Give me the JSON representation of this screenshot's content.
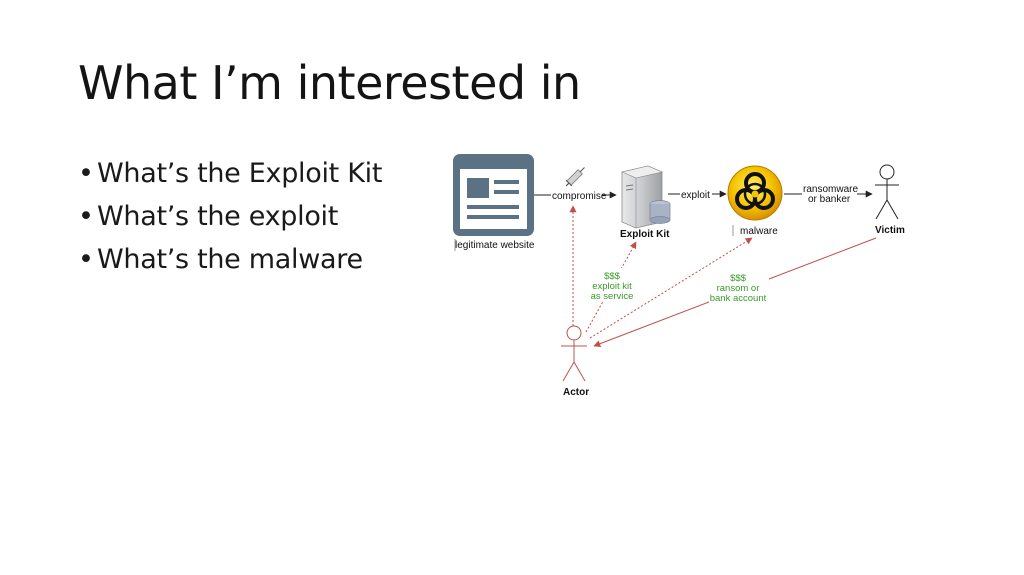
{
  "slide": {
    "title": "What I’m interested in",
    "bullets": [
      "What’s the Exploit Kit",
      "What’s the exploit",
      "What’s the malware"
    ]
  },
  "diagram": {
    "nodes": {
      "website": "legitimate website",
      "exploit_kit": "Exploit Kit",
      "malware": "malware",
      "victim": "Victim",
      "actor": "Actor"
    },
    "edges": {
      "compromise": "compromise",
      "exploit": "exploit",
      "ransomware_line1": "ransomware",
      "ransomware_line2": "or banker"
    },
    "money_labels": {
      "ek_service": [
        "$$$",
        "exploit kit",
        "as service"
      ],
      "ransom": [
        "$$$",
        "ransom or",
        "bank account"
      ]
    },
    "colors": {
      "money_text": "#3a9a2a",
      "actor_red": "#c0504d",
      "website_icon": "#5b7184",
      "hazard_yellow": "#f5c400"
    }
  }
}
